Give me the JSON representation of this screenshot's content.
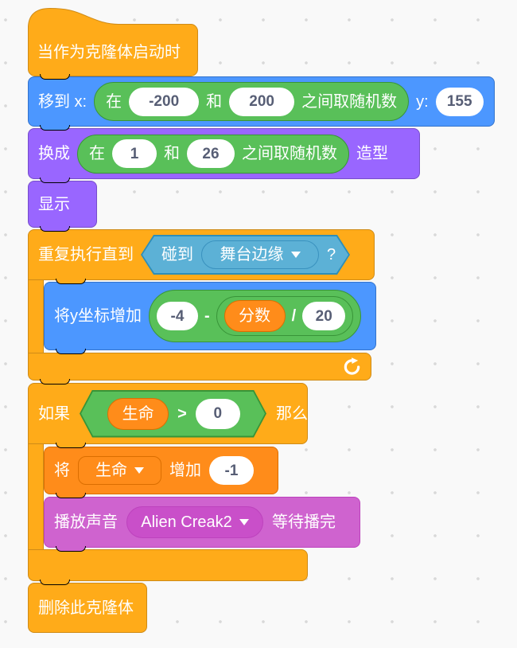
{
  "workspace": {
    "background": "#f9f9f9",
    "dot_color": "#d9d9d9"
  },
  "colors": {
    "motion": "#4C97FF",
    "looks": "#9966FF",
    "sound": "#CF63CF",
    "control": "#FFAB19",
    "sensing": "#5CB1D6",
    "operators": "#59C059",
    "variables": "#FF8C1A",
    "input_text": "#575E75"
  },
  "hat": {
    "label": "当作为克隆体启动时"
  },
  "goto": {
    "move_label": "移到 x:",
    "y_label": "y:",
    "y_value": "155",
    "rand": {
      "in": "在",
      "min": "-200",
      "and": "和",
      "max": "200",
      "suffix": "之间取随机数"
    }
  },
  "costume": {
    "switch_label": "换成",
    "suffix": "造型",
    "rand": {
      "in": "在",
      "min": "1",
      "and": "和",
      "max": "26",
      "suffix": "之间取随机数"
    }
  },
  "show": {
    "label": "显示"
  },
  "repeat_until": {
    "label": "重复执行直到",
    "touching": {
      "label": "碰到",
      "dropdown": "舞台边缘",
      "question": "?"
    }
  },
  "change_y": {
    "label": "将y坐标增加",
    "num1": "-4",
    "minus": "-",
    "variable": "分数",
    "divide": "/",
    "num2": "20"
  },
  "if_block": {
    "if_label": "如果",
    "then_label": "那么",
    "condition": {
      "variable": "生命",
      "operator": ">",
      "value": "0"
    }
  },
  "change_var": {
    "set_label": "将",
    "variable": "生命",
    "by_label": "增加",
    "value": "-1"
  },
  "play_sound": {
    "label": "播放声音",
    "sound": "Alien Creak2",
    "suffix": "等待播完"
  },
  "delete_clone": {
    "label": "删除此克隆体"
  }
}
